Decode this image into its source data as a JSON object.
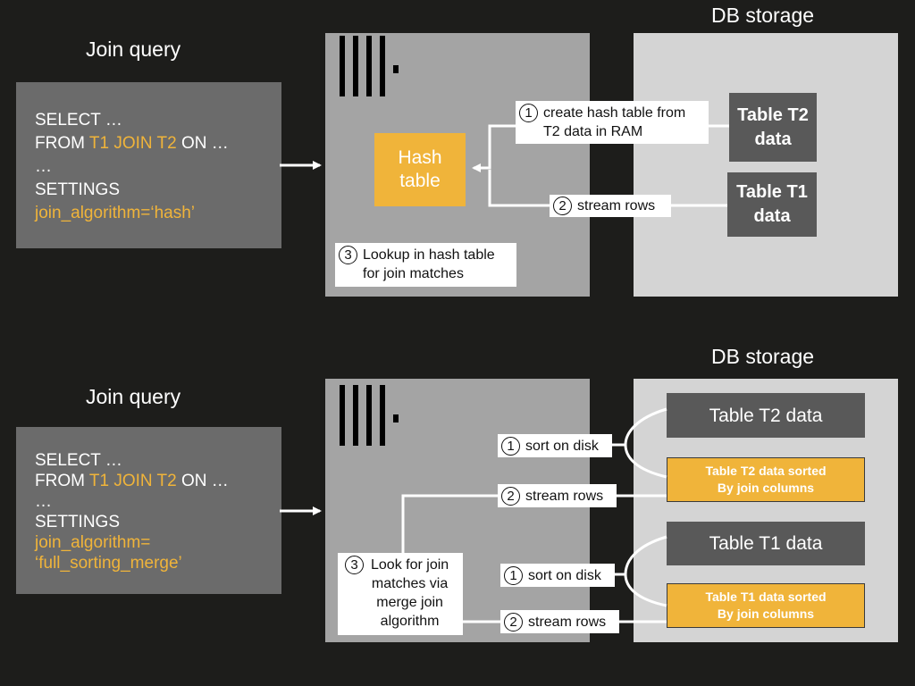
{
  "top": {
    "heading": "Join query",
    "query_lines": [
      [
        {
          "t": "SELECT …",
          "hl": false
        }
      ],
      [
        {
          "t": "FROM ",
          "hl": false
        },
        {
          "t": "T1 JOIN T2",
          "hl": true
        },
        {
          "t": " ON …",
          "hl": false
        }
      ],
      [
        {
          "t": "…",
          "hl": false
        }
      ],
      [
        {
          "t": "SETTINGS",
          "hl": false
        }
      ],
      [
        {
          "t": "join_algorithm=‘hash’",
          "hl": true
        }
      ]
    ],
    "storage_title": "DB storage",
    "hash_table": "Hash\ntable",
    "table_t2": "Table T2\ndata",
    "table_t1": "Table T1\ndata",
    "step1": {
      "num": "1",
      "text": "create hash table from\nT2 data in RAM"
    },
    "step2": {
      "num": "2",
      "text": "stream rows"
    },
    "step3": {
      "num": "3",
      "text": "Lookup in hash table\nfor join matches"
    }
  },
  "bottom": {
    "heading": "Join query",
    "query_lines": [
      [
        {
          "t": "SELECT …",
          "hl": false
        }
      ],
      [
        {
          "t": "FROM ",
          "hl": false
        },
        {
          "t": "T1 JOIN T2",
          "hl": true
        },
        {
          "t": " ON …",
          "hl": false
        }
      ],
      [
        {
          "t": "…",
          "hl": false
        }
      ],
      [
        {
          "t": "SETTINGS",
          "hl": false
        }
      ],
      [
        {
          "t": "join_algorithm=",
          "hl": true
        }
      ],
      [
        {
          "t": "‘full_sorting_merge’",
          "hl": true
        }
      ]
    ],
    "storage_title": "DB storage",
    "table_t2": "Table T2 data",
    "table_t2_sorted": "Table T2 data sorted\nBy join columns",
    "table_t1": "Table T1 data",
    "table_t1_sorted": "Table T1 data sorted\nBy join columns",
    "sort_t2": {
      "num": "1",
      "text": "sort on disk"
    },
    "stream_t2": {
      "num": "2",
      "text": "stream rows"
    },
    "sort_t1": {
      "num": "1",
      "text": "sort on disk"
    },
    "stream_t1": {
      "num": "2",
      "text": "stream rows"
    },
    "step3": {
      "num": "3",
      "text": "Look for join\nmatches via\nmerge join\nalgorithm"
    }
  },
  "colors": {
    "background": "#1d1d1b",
    "accent": "#f0b43a",
    "query_box": "#6b6b6b",
    "engine": "#a4a4a4",
    "storage": "#d4d4d4",
    "table_box": "#595959"
  }
}
